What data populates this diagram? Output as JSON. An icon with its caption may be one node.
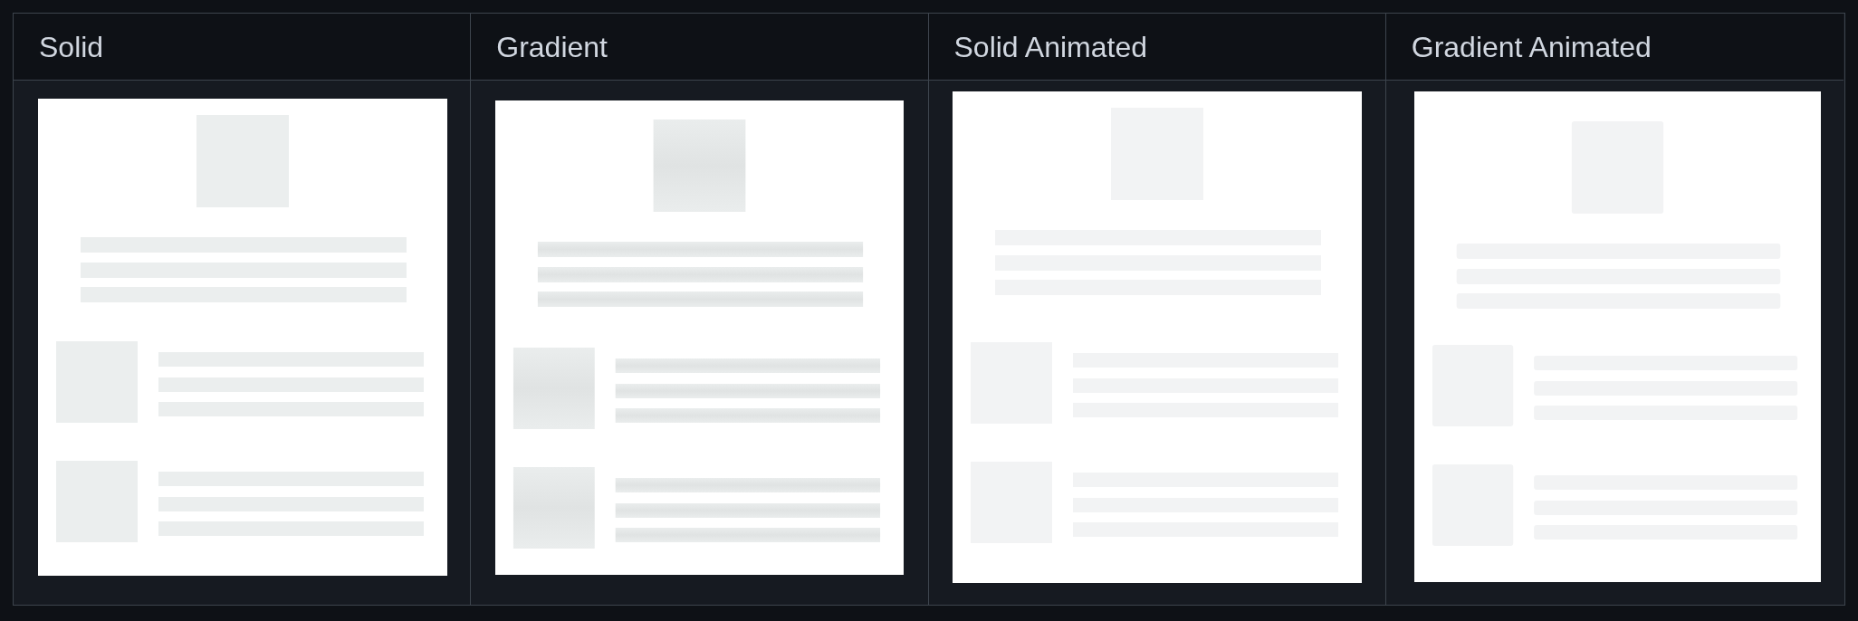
{
  "diagram": {
    "labels": [
      "Solid",
      "Gradient",
      "Solid Animated",
      "Gradient Animated"
    ]
  }
}
